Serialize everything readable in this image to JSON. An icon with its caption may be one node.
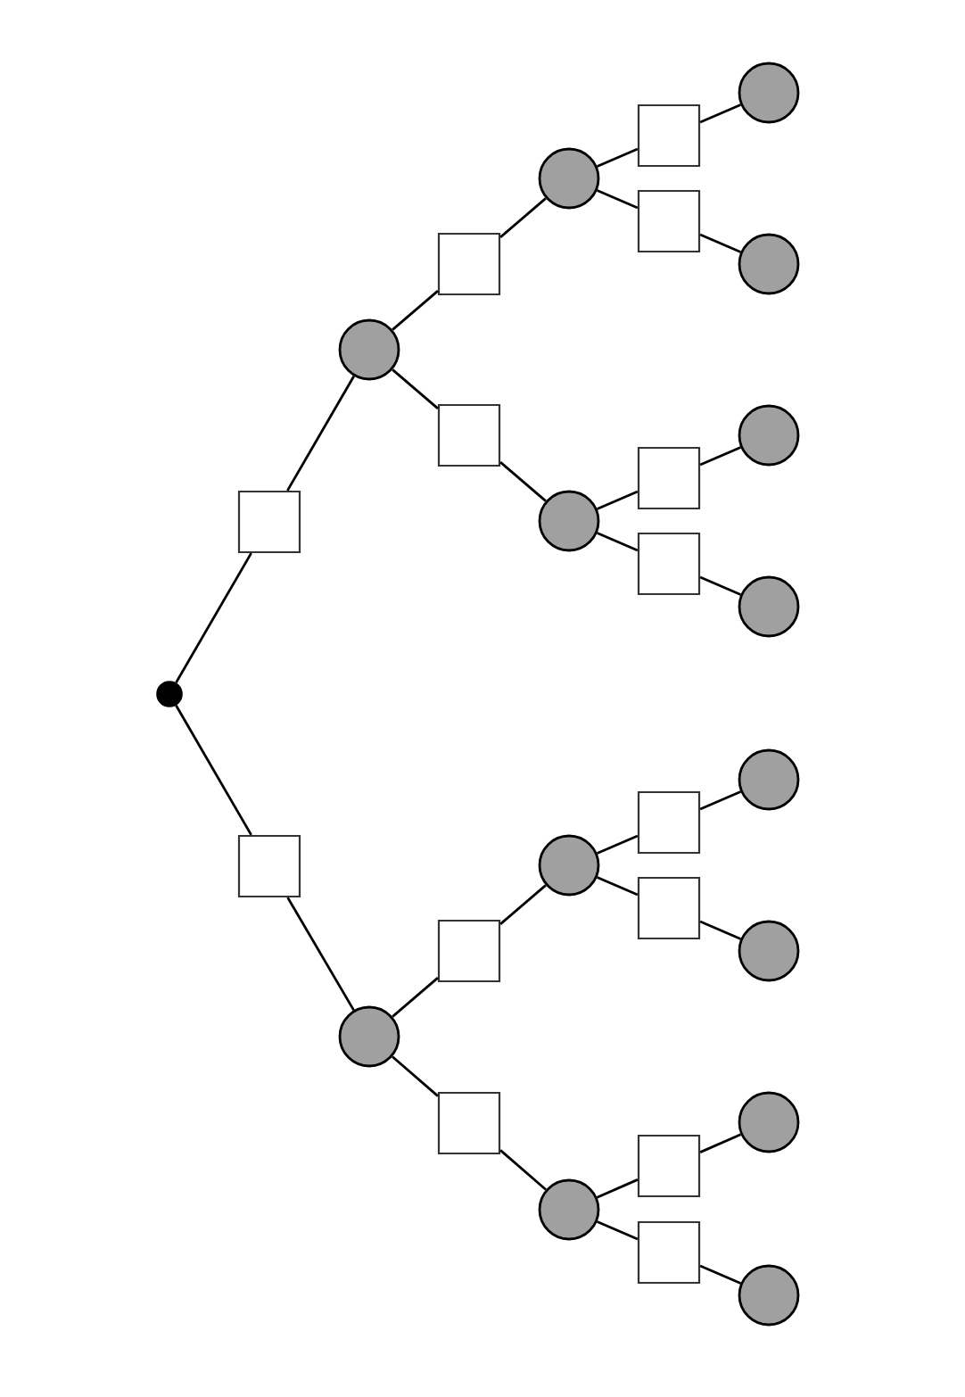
{
  "diagram": {
    "nodes": [
      {
        "text": [],
        "shape": "dot"
      },
      {
        "text": [],
        "shape": "box"
      },
      {
        "text": [],
        "shape": "box"
      },
      {
        "text": [],
        "shape": "circle"
      },
      {
        "text": [],
        "shape": "circle"
      },
      {
        "text": [],
        "shape": "box"
      },
      {
        "text": [],
        "shape": "box"
      },
      {
        "text": [],
        "shape": "box"
      },
      {
        "text": [],
        "shape": "box"
      },
      {
        "text": [],
        "shape": "circle"
      },
      {
        "text": [],
        "shape": "circle"
      },
      {
        "text": [],
        "shape": "circle"
      },
      {
        "text": [],
        "shape": "circle"
      },
      {
        "text": [],
        "shape": "box"
      },
      {
        "text": [],
        "shape": "box"
      },
      {
        "text": [],
        "shape": "box"
      },
      {
        "text": [],
        "shape": "box"
      },
      {
        "text": [],
        "shape": "box"
      },
      {
        "text": [],
        "shape": "box"
      },
      {
        "text": [],
        "shape": "box"
      },
      {
        "text": [],
        "shape": "box"
      },
      {
        "text": [],
        "shape": "circle"
      },
      {
        "text": [],
        "shape": "circle"
      },
      {
        "text": [],
        "shape": "circle"
      },
      {
        "text": [],
        "shape": "circle"
      },
      {
        "text": [],
        "shape": "circle"
      },
      {
        "text": [],
        "shape": "circle"
      },
      {
        "text": [],
        "shape": "circle"
      },
      {
        "text": [],
        "shape": "circle"
      }
    ],
    "edges": [
      {
        "from": 0,
        "to": 1,
        "arrow": "none"
      },
      {
        "from": 1,
        "to": 3,
        "arrow": "none"
      },
      {
        "from": 0,
        "to": 2,
        "arrow": "none"
      },
      {
        "from": 2,
        "to": 4,
        "arrow": "none"
      },
      {
        "from": 3,
        "to": 5,
        "arrow": "none"
      },
      {
        "from": 5,
        "to": 9,
        "arrow": "none"
      },
      {
        "from": 3,
        "to": 6,
        "arrow": "none"
      },
      {
        "from": 6,
        "to": 10,
        "arrow": "none"
      },
      {
        "from": 4,
        "to": 7,
        "arrow": "none"
      },
      {
        "from": 7,
        "to": 11,
        "arrow": "none"
      },
      {
        "from": 4,
        "to": 8,
        "arrow": "none"
      },
      {
        "from": 8,
        "to": 12,
        "arrow": "none"
      },
      {
        "from": 9,
        "to": 13,
        "arrow": "none"
      },
      {
        "from": 13,
        "to": 21,
        "arrow": "none"
      },
      {
        "from": 9,
        "to": 14,
        "arrow": "none"
      },
      {
        "from": 14,
        "to": 22,
        "arrow": "none"
      },
      {
        "from": 10,
        "to": 15,
        "arrow": "none"
      },
      {
        "from": 15,
        "to": 23,
        "arrow": "none"
      },
      {
        "from": 10,
        "to": 16,
        "arrow": "none"
      },
      {
        "from": 16,
        "to": 24,
        "arrow": "none"
      },
      {
        "from": 11,
        "to": 17,
        "arrow": "none"
      },
      {
        "from": 17,
        "to": 25,
        "arrow": "none"
      },
      {
        "from": 11,
        "to": 18,
        "arrow": "none"
      },
      {
        "from": 18,
        "to": 26,
        "arrow": "none"
      },
      {
        "from": 12,
        "to": 19,
        "arrow": "none"
      },
      {
        "from": 19,
        "to": 27,
        "arrow": "none"
      },
      {
        "from": 12,
        "to": 20,
        "arrow": "none"
      },
      {
        "from": 20,
        "to": 28,
        "arrow": "none"
      }
    ]
  }
}
